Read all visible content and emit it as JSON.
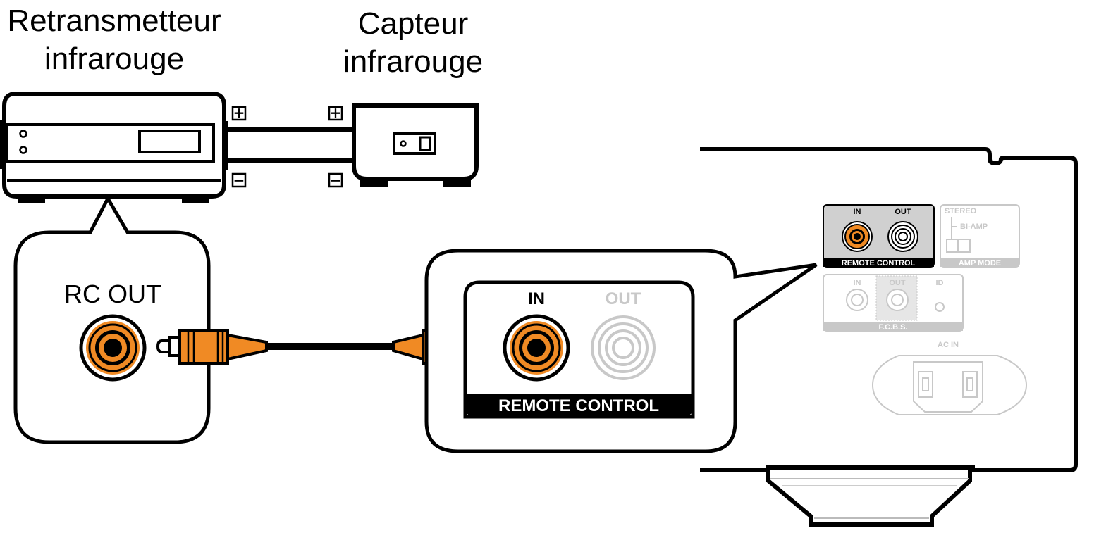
{
  "labels": {
    "ir_repeater_line1": "Retransmetteur",
    "ir_repeater_line2": "infrarouge",
    "ir_sensor_line1": "Capteur",
    "ir_sensor_line2": "infrarouge",
    "rc_out": "RC OUT",
    "plus_symbol": "+",
    "minus_symbol": "−"
  },
  "zoom_panel": {
    "in_label": "IN",
    "out_label": "OUT",
    "bar_label": "REMOTE CONTROL"
  },
  "back_panel": {
    "remote_control": {
      "in_label": "IN",
      "out_label": "OUT",
      "bar_label": "REMOTE CONTROL"
    },
    "amp_mode": {
      "stereo_label": "STEREO",
      "bi_amp_label": "BI-AMP",
      "bar_label": "AMP MODE"
    },
    "fcbs": {
      "in_label": "IN",
      "out_label": "OUT",
      "id_label": "ID",
      "bar_label": "F.C.B.S."
    },
    "ac_in_label": "AC IN"
  },
  "colors": {
    "accent_orange": "#f08a24",
    "ink": "#000000",
    "faded_gray": "#c8c8c8"
  }
}
